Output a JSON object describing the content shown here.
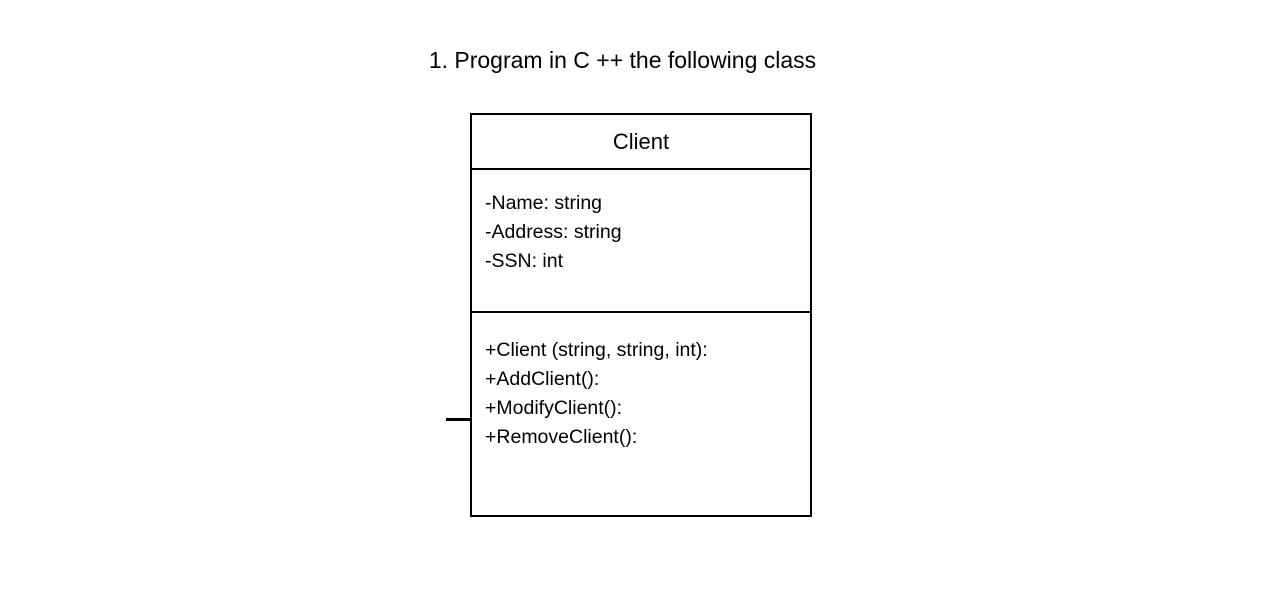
{
  "title": "1. Program in C ++ the following class",
  "uml_class": {
    "name": "Client",
    "attributes": [
      "-Name: string",
      "-Address: string",
      "-SSN: int"
    ],
    "methods": [
      "+Client (string, string, int):",
      "+AddClient():",
      "+ModifyClient():",
      "+RemoveClient():"
    ]
  },
  "colors": {
    "border": "#000000",
    "text": "#000000",
    "background": "#ffffff"
  }
}
